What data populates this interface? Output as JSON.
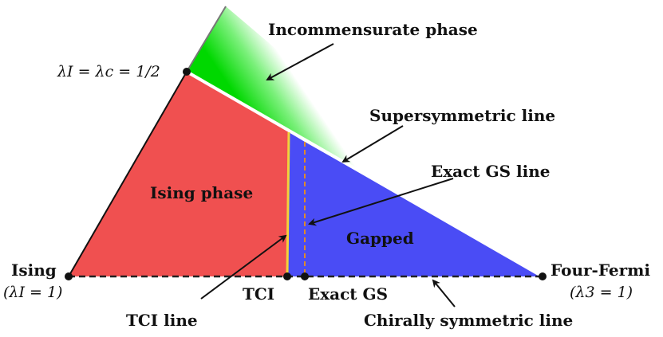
{
  "labels": {
    "incommensurate_phase": "Incommensurate phase",
    "supersymmetric_line": "Supersymmetric line",
    "exact_gs_line": "Exact GS line",
    "ising_phase": "Ising phase",
    "gapped": "Gapped",
    "tci_line": "TCI line",
    "chirally_symmetric_line": "Chirally symmetric line",
    "ising": "Ising",
    "ising_param": "(λI = 1)",
    "four_fermi": "Four-Fermi",
    "four_fermi_param": "(λ3 = 1)",
    "tci": "TCI",
    "exact_gs": "Exact GS",
    "top_vertex": "λI = λc = 1/2"
  },
  "colors": {
    "ising_phase": "#f05050",
    "gapped": "#4a4cf5",
    "incommensurate": "#00dd00",
    "tci_line": "#f2d23a",
    "exact_gs_line": "#e08a2a",
    "supersymmetric_line": "#ffffff",
    "chirally_symmetric_line": "#222222"
  }
}
